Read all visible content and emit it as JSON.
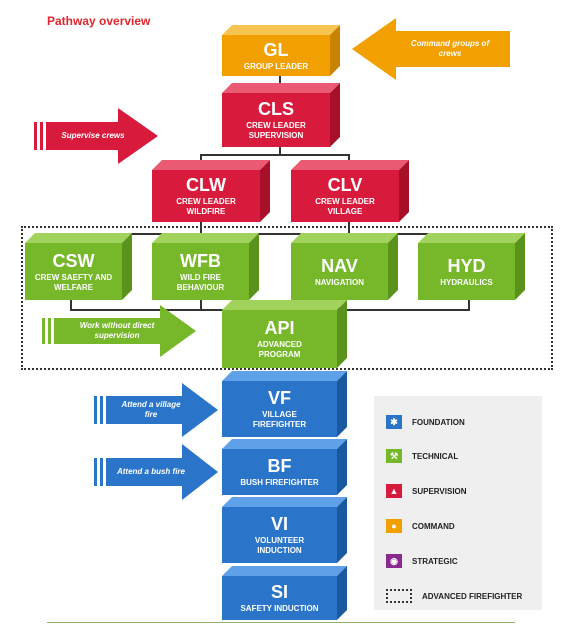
{
  "title": "Pathway overview",
  "boxes": {
    "gl": {
      "code": "GL",
      "label": "GROUP LEADER"
    },
    "cls": {
      "code": "CLS",
      "label": "CREW LEADER SUPERVISION"
    },
    "clw": {
      "code": "CLW",
      "label": "CREW LEADER WILDFIRE"
    },
    "clv": {
      "code": "CLV",
      "label": "CREW LEADER VILLAGE"
    },
    "csw": {
      "code": "CSW",
      "label": "CREW SAEFTY AND WELFARE"
    },
    "wfb": {
      "code": "WFB",
      "label": "WILD FIRE BEHAVIOUR"
    },
    "nav": {
      "code": "NAV",
      "label": "NAVIGATION"
    },
    "hyd": {
      "code": "HYD",
      "label": "HYDRAULICS"
    },
    "api": {
      "code": "API",
      "label": "ADVANCED PROGRAM"
    },
    "vf": {
      "code": "VF",
      "label": "VILLAGE FIREFIGHTER"
    },
    "bf": {
      "code": "BF",
      "label": "BUSH FIREFIGHTER"
    },
    "vi": {
      "code": "VI",
      "label": "VOLUNTEER INDUCTION"
    },
    "si": {
      "code": "SI",
      "label": "SAFETY INDUCTION"
    }
  },
  "arrows": {
    "command": "Command groups of crews",
    "supervise": "Supervise crews",
    "work": "Work without direct supervision",
    "village": "Attend a village fire",
    "bush": "Attend a bush fire"
  },
  "legend": [
    {
      "label": "FOUNDATION",
      "color": "#2a74c9",
      "icon": "puzzle-icon"
    },
    {
      "label": "TECHNICAL",
      "color": "#77b82a",
      "icon": "tools-icon"
    },
    {
      "label": "SUPERVISION",
      "color": "#d81b3c",
      "icon": "hierarchy-icon"
    },
    {
      "label": "COMMAND",
      "color": "#f2a000",
      "icon": "group-icon"
    },
    {
      "label": "STRATEGIC",
      "color": "#8a2a8f",
      "icon": "head-icon"
    },
    {
      "label": "ADVANCED FIREFIGHTER",
      "color": "#ffffff",
      "icon": "dotted-box-icon"
    }
  ],
  "colors": {
    "command": "#f2a000",
    "supervision": "#d81b3c",
    "technical": "#77b82a",
    "foundation": "#2a74c9",
    "strategic": "#8a2a8f"
  }
}
